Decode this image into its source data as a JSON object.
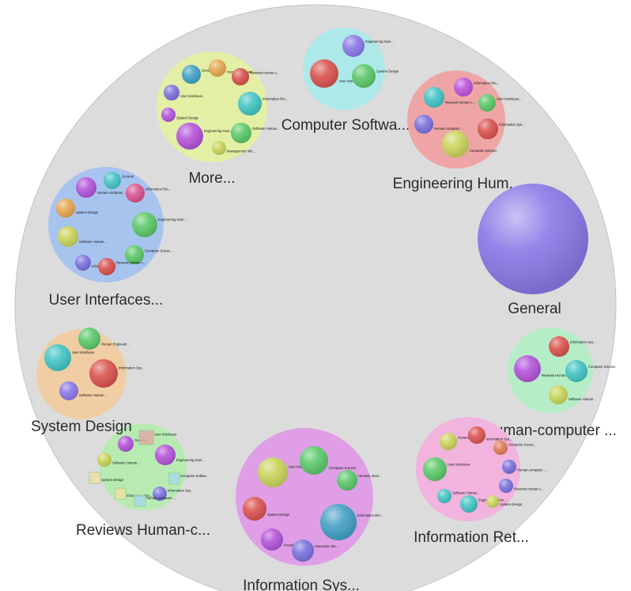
{
  "colors": {
    "background": "#ffffff",
    "outer_circle": "#dcdcdc",
    "outer_stroke": "#c4c4c4",
    "label": "#2b2b2b"
  },
  "clusters": [
    {
      "key": "computer-software",
      "label": "Computer Softwa...",
      "fill": "#aee9ea",
      "items": [
        {
          "color": "#8b78e6",
          "label": "Engineering Hum..."
        },
        {
          "color": "#d9534f",
          "label": "User Interfaces..."
        },
        {
          "color": "#5cc86a",
          "label": "System Design"
        }
      ]
    },
    {
      "key": "engineering-human",
      "label": "Engineering Hum...",
      "fill": "#efa5a5",
      "items": [
        {
          "color": "#bb55dd",
          "label": "Information Ret..."
        },
        {
          "color": "#43c4c4",
          "label": "Reviews Human-c..."
        },
        {
          "color": "#5cc86a",
          "label": "User Interfaces..."
        },
        {
          "color": "#7b72de",
          "label": "Human-computer ..."
        },
        {
          "color": "#d9534f",
          "label": "Information Sys..."
        },
        {
          "color": "#c9d45a",
          "label": "Computer Science"
        }
      ]
    },
    {
      "key": "general",
      "label": "General",
      "fill": "#8b78e6",
      "items": []
    },
    {
      "key": "human-computer",
      "label": "Human-computer ...",
      "fill": "#b4edc6",
      "items": [
        {
          "color": "#d9534f",
          "label": "Information Sys..."
        },
        {
          "color": "#b354d9",
          "label": "Reviews Human-c..."
        },
        {
          "color": "#43c4c4",
          "label": "Computer Science"
        },
        {
          "color": "#c9d45a",
          "label": "Software Human..."
        }
      ]
    },
    {
      "key": "information-retrieval",
      "label": "Information Ret...",
      "fill": "#f2b3de",
      "items": [
        {
          "color": "#c9d45a",
          "label": "General"
        },
        {
          "color": "#d9534f",
          "label": "Information Sys..."
        },
        {
          "color": "#e07c5a",
          "label": "Computer Scienc..."
        },
        {
          "color": "#7b72de",
          "label": "Human-computer ..."
        },
        {
          "color": "#5cc86a",
          "label": "User Interfaces"
        },
        {
          "color": "#7b72de",
          "label": "Reviews Human-c..."
        },
        {
          "color": "#43c4c4",
          "label": "Engineering Hum..."
        },
        {
          "color": "#c9d45a",
          "label": "System Design"
        },
        {
          "color": "#43c4c4",
          "label": "Software Human..."
        }
      ]
    },
    {
      "key": "information-systems",
      "label": "Information Sys...",
      "fill": "#df9ee6",
      "items": [
        {
          "color": "#c9d45a",
          "label": "User Interfaces"
        },
        {
          "color": "#5cc86a",
          "label": "Computer Science"
        },
        {
          "color": "#5cc86a",
          "label": "Heuristic Eval..."
        },
        {
          "color": "#d9534f",
          "label": "System Design"
        },
        {
          "color": "#43a0c4",
          "label": "Information Ret..."
        },
        {
          "color": "#b354d9",
          "label": "Knowledge Manag..."
        },
        {
          "color": "#7b72de",
          "label": "Interaction Mo..."
        }
      ]
    },
    {
      "key": "reviews-human",
      "label": "Reviews Human-c...",
      "fill": "#b7ebb2",
      "items": [
        {
          "color": "#b354d9",
          "label": "General"
        },
        {
          "color": "#b354d9",
          "label": "Engineering Hum..."
        },
        {
          "color": "#7b72de",
          "label": "Information Sys..."
        },
        {
          "color": "#c9d45a",
          "label": "Software Human..."
        },
        {
          "color": "#e3a6a6",
          "label": "User Interfaces"
        },
        {
          "color": "#f0e0a0",
          "label": "System Design"
        },
        {
          "color": "#a8d8ea",
          "label": "Computer Softwa..."
        },
        {
          "color": "#f0e0a0",
          "label": "Information Ret..."
        },
        {
          "color": "#a8d8ea",
          "label": "Human-computer ..."
        }
      ]
    },
    {
      "key": "system-design",
      "label": "System Design",
      "fill": "#f0cda2",
      "items": [
        {
          "color": "#43c4c4",
          "label": "User Interfaces"
        },
        {
          "color": "#5cc86a",
          "label": "Human Engineeri..."
        },
        {
          "color": "#d9534f",
          "label": "Information Sys..."
        },
        {
          "color": "#8b78e6",
          "label": "Software Human..."
        }
      ]
    },
    {
      "key": "user-interfaces",
      "label": "User Interfaces...",
      "fill": "#a7c4ef",
      "items": [
        {
          "color": "#43c4c4",
          "label": "General"
        },
        {
          "color": "#b354d9",
          "label": "Human-computer ..."
        },
        {
          "color": "#d9548f",
          "label": "Information Ret..."
        },
        {
          "color": "#e6a84f",
          "label": "System Design"
        },
        {
          "color": "#5cc86a",
          "label": "Engineering Hum..."
        },
        {
          "color": "#c9d45a",
          "label": "Software Human..."
        },
        {
          "color": "#5cc86a",
          "label": "Computer Scienc..."
        },
        {
          "color": "#7b72de",
          "label": "Information Sys..."
        },
        {
          "color": "#d9534f",
          "label": "Reviews Human-c..."
        }
      ]
    },
    {
      "key": "more",
      "label": "More...",
      "fill": "#e3efa4",
      "items": [
        {
          "color": "#43a0c4",
          "label": "General"
        },
        {
          "color": "#e6a84f",
          "label": "Human-computer ..."
        },
        {
          "color": "#d9534f",
          "label": "Reviews Human-c..."
        },
        {
          "color": "#7b72de",
          "label": "User Interfaces"
        },
        {
          "color": "#43c4c4",
          "label": "Information Ret..."
        },
        {
          "color": "#b354d9",
          "label": "System Design"
        },
        {
          "color": "#5cc86a",
          "label": "Software Human..."
        },
        {
          "color": "#c9d45a",
          "label": "Management Info..."
        },
        {
          "color": "#b354d9",
          "label": "Engineering Hum..."
        }
      ]
    }
  ]
}
